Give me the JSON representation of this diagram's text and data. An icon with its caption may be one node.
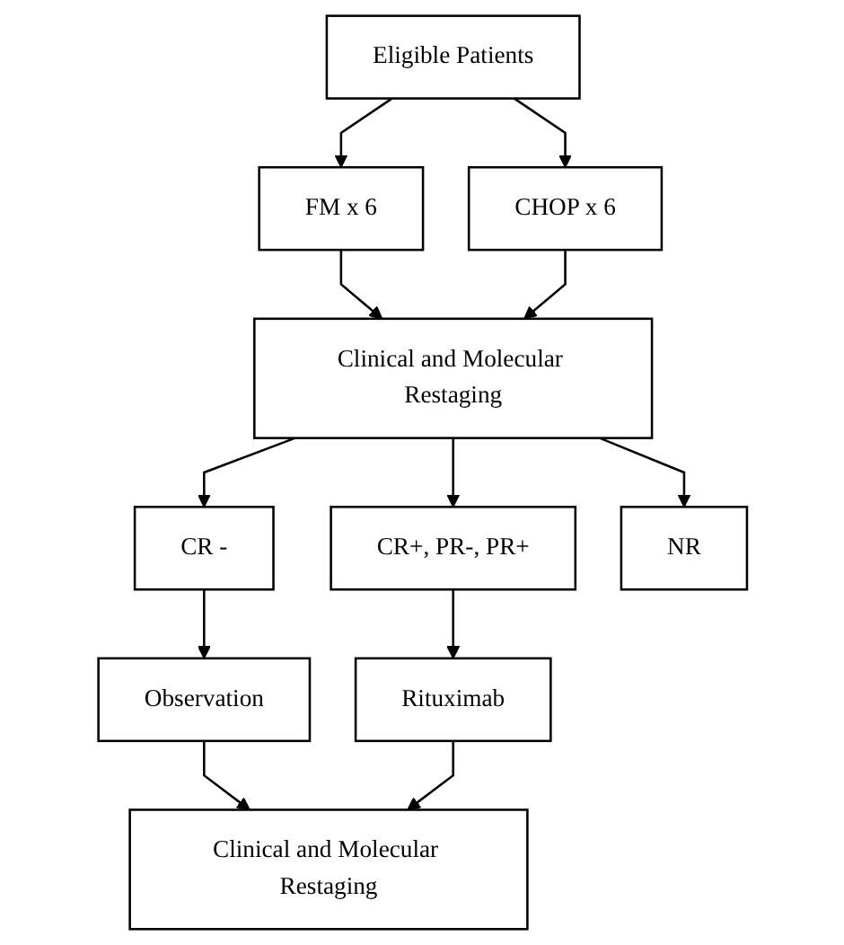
{
  "diagram": {
    "nodes": [
      {
        "text": [
          "Eligible Patients"
        ]
      },
      {
        "text": [
          "FM x 6"
        ]
      },
      {
        "text": [
          "CHOP x 6"
        ]
      },
      {
        "text": [
          "Clinical and Molecular Restaging"
        ]
      },
      {
        "text": [
          "CR -"
        ]
      },
      {
        "text": [
          "CR+, PR-, PR+"
        ]
      },
      {
        "text": [
          "NR"
        ]
      },
      {
        "text": [
          "Observation"
        ]
      },
      {
        "text": [
          "Rituximab"
        ]
      },
      {
        "text": [
          "Clinical and Molecular Restaging"
        ]
      }
    ],
    "edges": [
      {
        "from": 0,
        "to": 1,
        "arrow": "to"
      },
      {
        "from": 0,
        "to": 2,
        "arrow": "to"
      },
      {
        "from": 1,
        "to": 3,
        "arrow": "to"
      },
      {
        "from": 2,
        "to": 3,
        "arrow": "to"
      },
      {
        "from": 3,
        "to": 4,
        "arrow": "to"
      },
      {
        "from": 3,
        "to": 5,
        "arrow": "to"
      },
      {
        "from": 3,
        "to": 6,
        "arrow": "to"
      },
      {
        "from": 4,
        "to": 7,
        "arrow": "to"
      },
      {
        "from": 5,
        "to": 8,
        "arrow": "to"
      },
      {
        "from": 7,
        "to": 9,
        "arrow": "to"
      },
      {
        "from": 8,
        "to": 9,
        "arrow": "to"
      }
    ]
  }
}
